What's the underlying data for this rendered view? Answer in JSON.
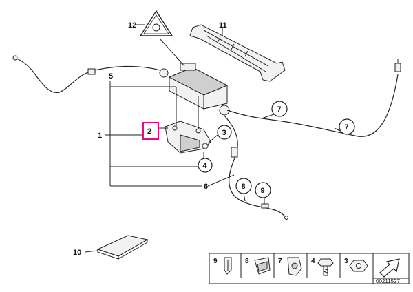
{
  "labels": {
    "p1": "1",
    "p2": "2",
    "p3": "3",
    "p4": "4",
    "p5": "5",
    "p6": "6",
    "p7a": "7",
    "p7b": "7",
    "p8": "8",
    "p9": "9",
    "p10": "10",
    "p11": "11",
    "p12": "12"
  },
  "legend": {
    "items": [
      {
        "num": "9",
        "icon": "clip-icon"
      },
      {
        "num": "8",
        "icon": "bracket-clip-icon"
      },
      {
        "num": "7",
        "icon": "cable-holder-icon"
      },
      {
        "num": "4",
        "icon": "bolt-icon"
      },
      {
        "num": "3",
        "icon": "nut-icon"
      },
      {
        "num": "",
        "icon": "arrow-icon"
      }
    ]
  },
  "diagram_code": "00211527",
  "colors": {
    "highlight": "#e0117f",
    "line": "#222222"
  }
}
